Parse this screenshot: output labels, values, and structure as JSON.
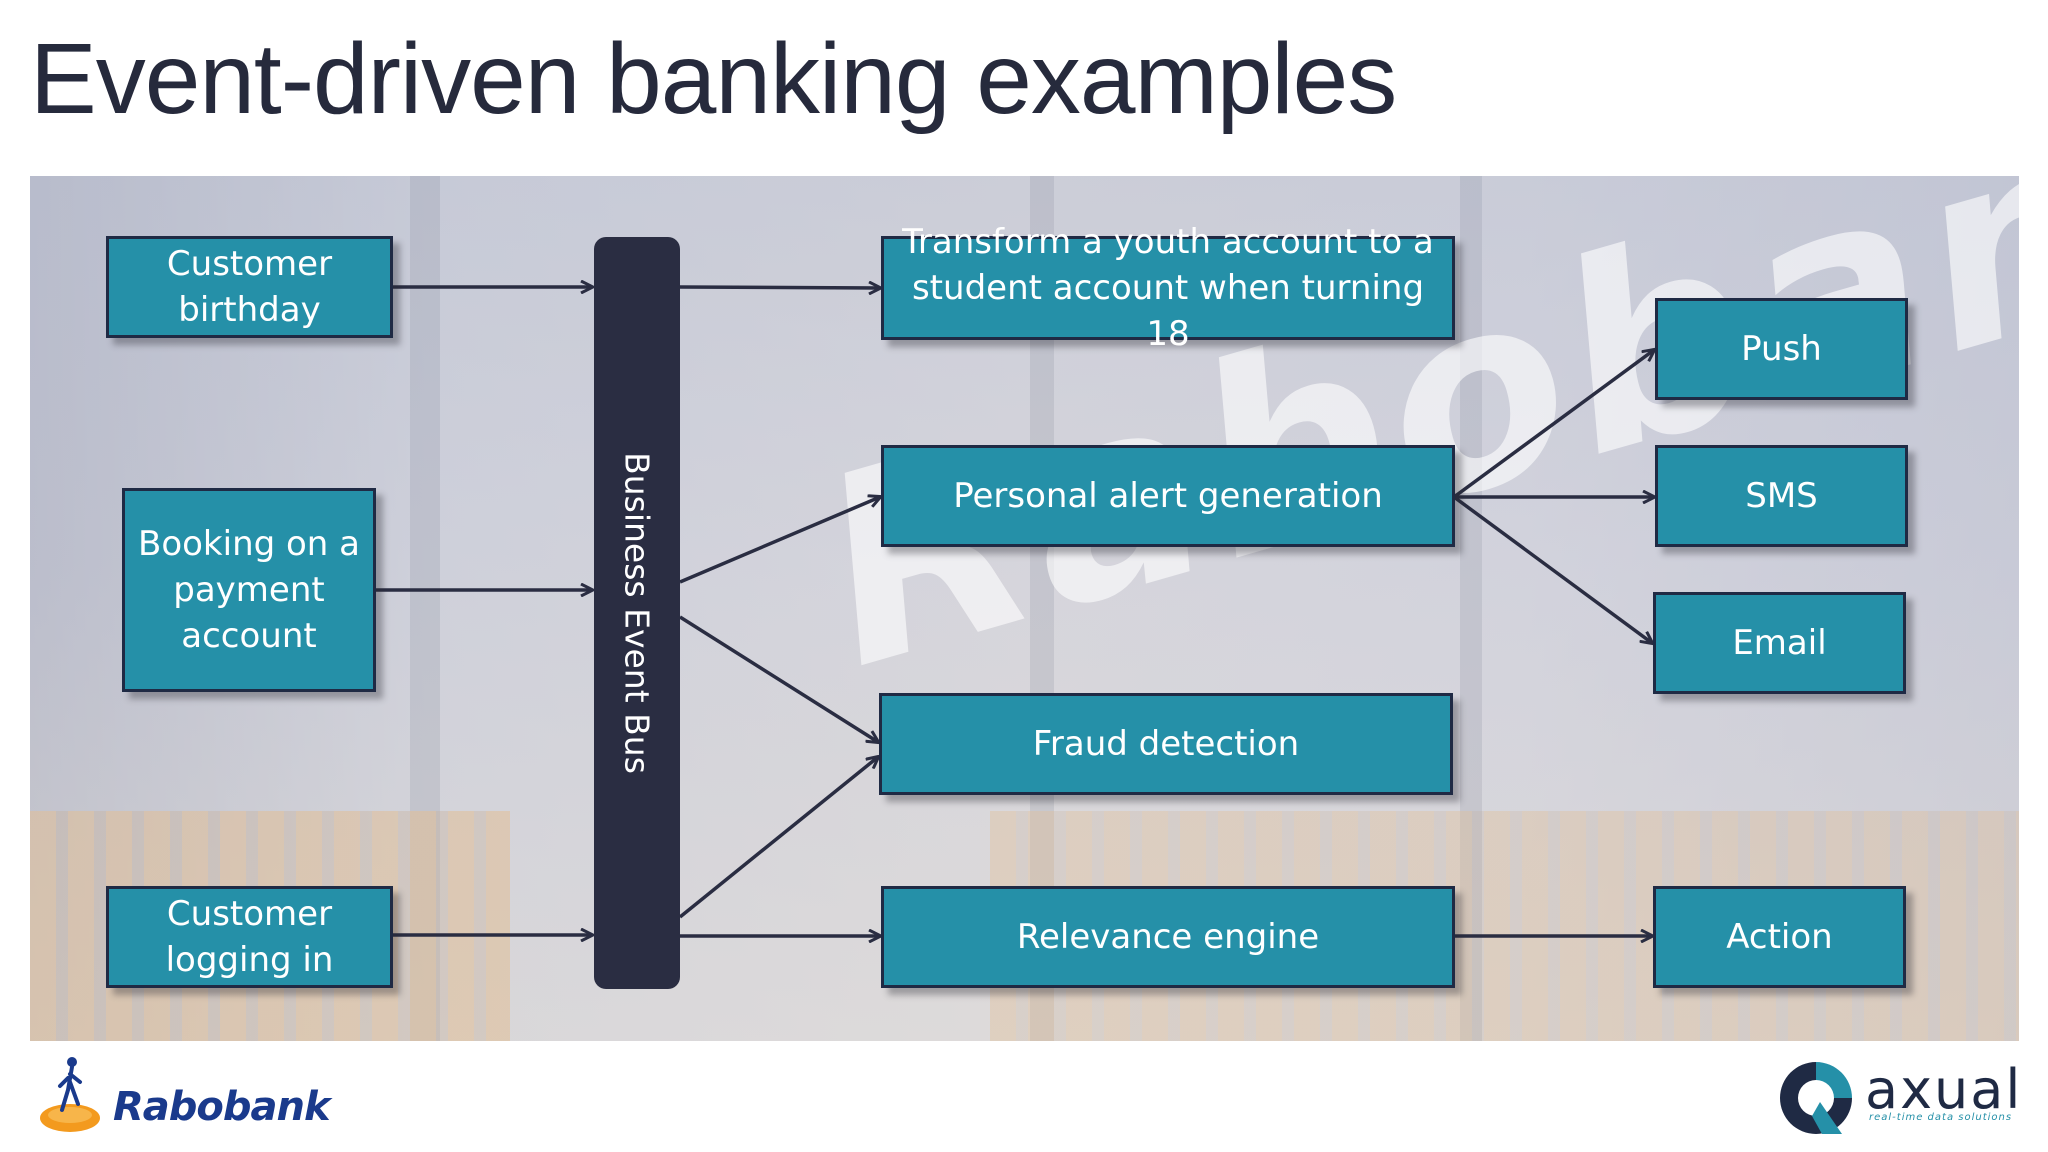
{
  "title": "Event-driven banking examples",
  "diagram": {
    "inputs": {
      "customer_birthday": "Customer birthday",
      "booking": "Booking on a payment account",
      "logging_in": "Customer logging in"
    },
    "bus": "Business Event Bus",
    "processors": {
      "transform": "Transform a youth account to a student account when turning 18",
      "personal_alert": "Personal alert generation",
      "fraud": "Fraud detection",
      "relevance": "Relevance engine"
    },
    "outputs": {
      "push": "Push",
      "sms": "SMS",
      "email": "Email",
      "action": "Action"
    }
  },
  "background_watermark": "Rabobank",
  "logos": {
    "left": "Rabobank",
    "right": "axual",
    "right_tagline": "real-time data solutions"
  },
  "colors": {
    "box_fill": "#2590a8",
    "box_border": "#1f2a44",
    "bus_fill": "#2a2d42",
    "title": "#262a3c"
  }
}
